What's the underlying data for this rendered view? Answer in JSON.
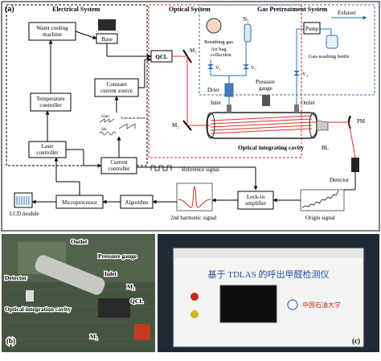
{
  "panel_a": {
    "label": "(a)",
    "sections": {
      "electrical": "Electrical System",
      "optical": "Optical System",
      "gas": "Gas Pretreatment System"
    },
    "blocks": {
      "water_cooling": "Water cooling machine",
      "base": "Base",
      "qcl": "QCL",
      "constant_current": "Constant current source",
      "temperature_controller": "Temperature controller",
      "laser_controller": "Laser controller",
      "current_controller": "Current controller",
      "microprocessor": "Microprocessor",
      "algorithm": "Algorithm",
      "lockin": "Lock-in amplifier",
      "detector": "Detector",
      "pump": "Pump",
      "drier": "Drier"
    },
    "labels": {
      "m1": "M₁",
      "m2": "M₂",
      "pm": "PM",
      "bl": "BL",
      "n2": "N₂",
      "v1": "V₁",
      "v2": "V₂",
      "v3": "V₃",
      "breathing_gas": "Breathing gas",
      "air_bag": "Air bag collection",
      "exhaust": "Exhaust",
      "gas_washing": "Gas-washing bottle",
      "pressure_gauge": "Pressure gauge",
      "inlet": "Inlet",
      "outlet": "Outlet",
      "cavity": "Optical integrating cavity",
      "reference_signal": "Reference signal",
      "second_harmonic": "2nd harmonic signal",
      "origin_signal": "Origin signal",
      "lcd_module": "LCD module",
      "scan": "Scan",
      "sin": "Sin",
      "scan_mod": "Scan mod. driver"
    }
  },
  "panel_b": {
    "label": "(b)",
    "labels": {
      "outlet": "Outlet",
      "pressure_gauge": "Pressure gauge",
      "inlet": "Inlet",
      "detector": "Detector",
      "m2": "M₂",
      "qcl": "QCL",
      "cavity": "Optical integration cavity",
      "m1": "M₁"
    }
  },
  "panel_c": {
    "label": "(c)",
    "device_title": "基于 TDLAS 的呼出甲醛检测仪",
    "logo_text": "中国石油大学"
  },
  "colors": {
    "electrical_line": "#000000",
    "optical_box": "#d9261c",
    "laser_beam": "#e0302a",
    "gas_line": "#2e6fb5"
  }
}
